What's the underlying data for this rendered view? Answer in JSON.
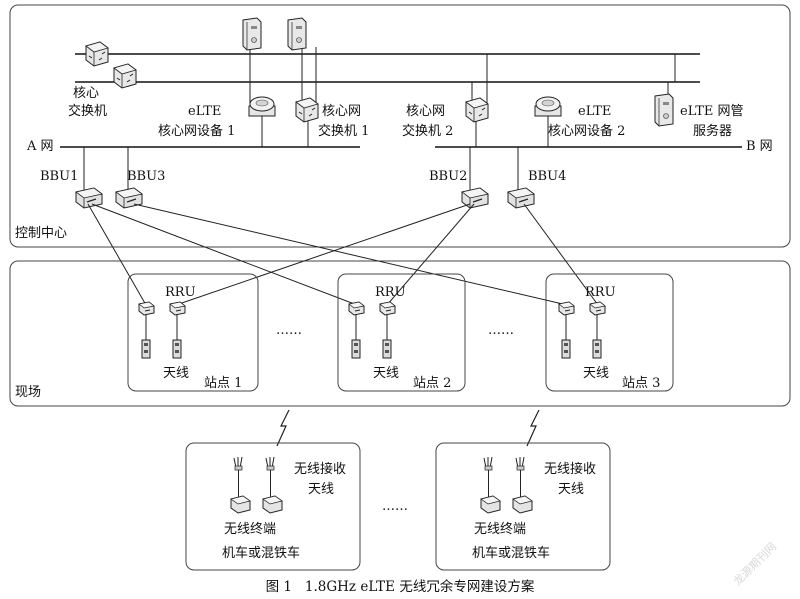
{
  "regions": {
    "control_center": "控制中心",
    "field": "现场"
  },
  "networks": {
    "a_net": "A 网",
    "b_net": "B 网"
  },
  "devices": {
    "core_switch_top_line1": "核心",
    "core_switch_top_line2": "交换机",
    "elte_core1_line1": "eLTE",
    "elte_core1_line2": "核心网设备 1",
    "core_switch1_line1": "核心网",
    "core_switch1_line2": "交换机 1",
    "core_switch2_line1": "核心网",
    "core_switch2_line2": "交换机 2",
    "elte_core2_line1": "eLTE",
    "elte_core2_line2": "核心网设备 2",
    "elte_nms_line1": "eLTE 网管",
    "elte_nms_line2": "服务器",
    "bbu1": "BBU1",
    "bbu2": "BBU2",
    "bbu3": "BBU3",
    "bbu4": "BBU4"
  },
  "sites": [
    {
      "rru": "RRU",
      "antenna": "天线",
      "name": "站点 1"
    },
    {
      "rru": "RRU",
      "antenna": "天线",
      "name": "站点 2"
    },
    {
      "rru": "RRU",
      "antenna": "天线",
      "name": "站点 3"
    }
  ],
  "site_ellipsis": [
    "……",
    "……"
  ],
  "vehicles": [
    {
      "rx_antenna_line1": "无线接收",
      "rx_antenna_line2": "天线",
      "terminal": "无线终端",
      "name": "机车或混铁车"
    },
    {
      "rx_antenna_line1": "无线接收",
      "rx_antenna_line2": "天线",
      "terminal": "无线终端",
      "name": "机车或混铁车"
    }
  ],
  "vehicle_ellipsis": "……",
  "caption": "图 1   1.8GHz eLTE 无线冗余专网建设方案",
  "watermark": "龙源期刊网"
}
